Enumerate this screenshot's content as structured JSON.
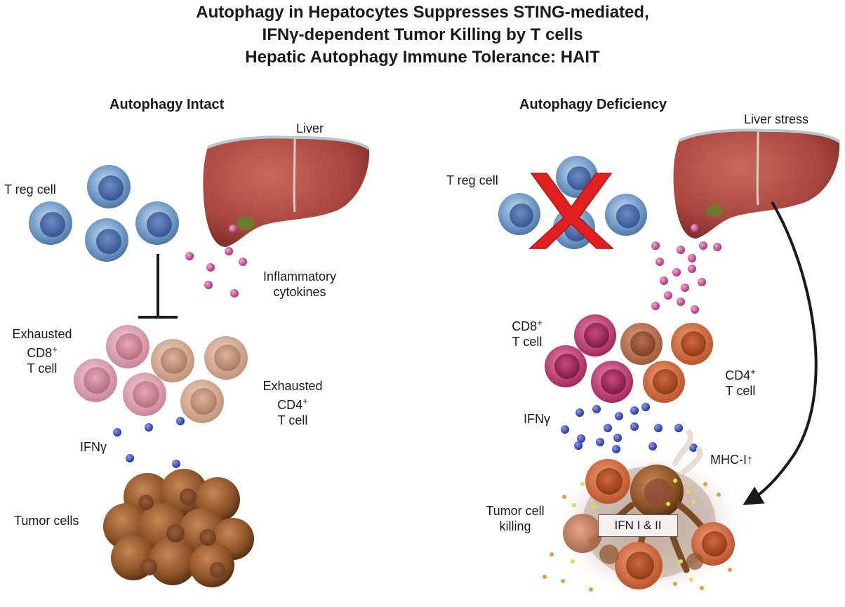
{
  "title": {
    "line1": "Autophagy in Hepatocytes Suppresses STING-mediated,",
    "line2": "IFNγ-dependent Tumor Killing by T cells",
    "line3": "Hepatic Autophagy Immune Tolerance: HAIT"
  },
  "left_panel": {
    "heading": "Autophagy Intact",
    "liver_label": "Liver",
    "treg_label": "T reg cell",
    "cytokines_label_1": "Inflammatory",
    "cytokines_label_2": "cytokines",
    "cd8_label_1": "Exhausted",
    "cd8_label_2": "CD8",
    "cd8_label_3": "T cell",
    "cd4_label_1": "Exhausted",
    "cd4_label_2": "CD4",
    "cd4_label_3": "T cell",
    "ifng_label": "IFNγ",
    "tumor_label": "Tumor cells"
  },
  "right_panel": {
    "heading": "Autophagy Deficiency",
    "liver_label": "Liver stress",
    "treg_label": "T reg cell",
    "cd8_label_1": "CD8",
    "cd8_label_2": "T cell",
    "cd4_label_1": "CD4",
    "cd4_label_2": "T cell",
    "ifng_label": "IFNγ",
    "mhc_label": "MHC-I↑",
    "killing_label_1": "Tumor cell",
    "killing_label_2": "killing",
    "ifn_box": "IFN I & II"
  },
  "superscript": "+",
  "colors": {
    "treg": "#5b86b8",
    "liver": "#a8453e",
    "cytokine": "#c0418f",
    "ifng": "#3747b8",
    "cd8_active": "#b83f6c",
    "cd4_active": "#b5643f",
    "cd8_exhausted": "#d99aa8",
    "cd4_exhausted": "#d0a58e",
    "tumor": "#8a5226",
    "block_x": "#e0201e"
  }
}
